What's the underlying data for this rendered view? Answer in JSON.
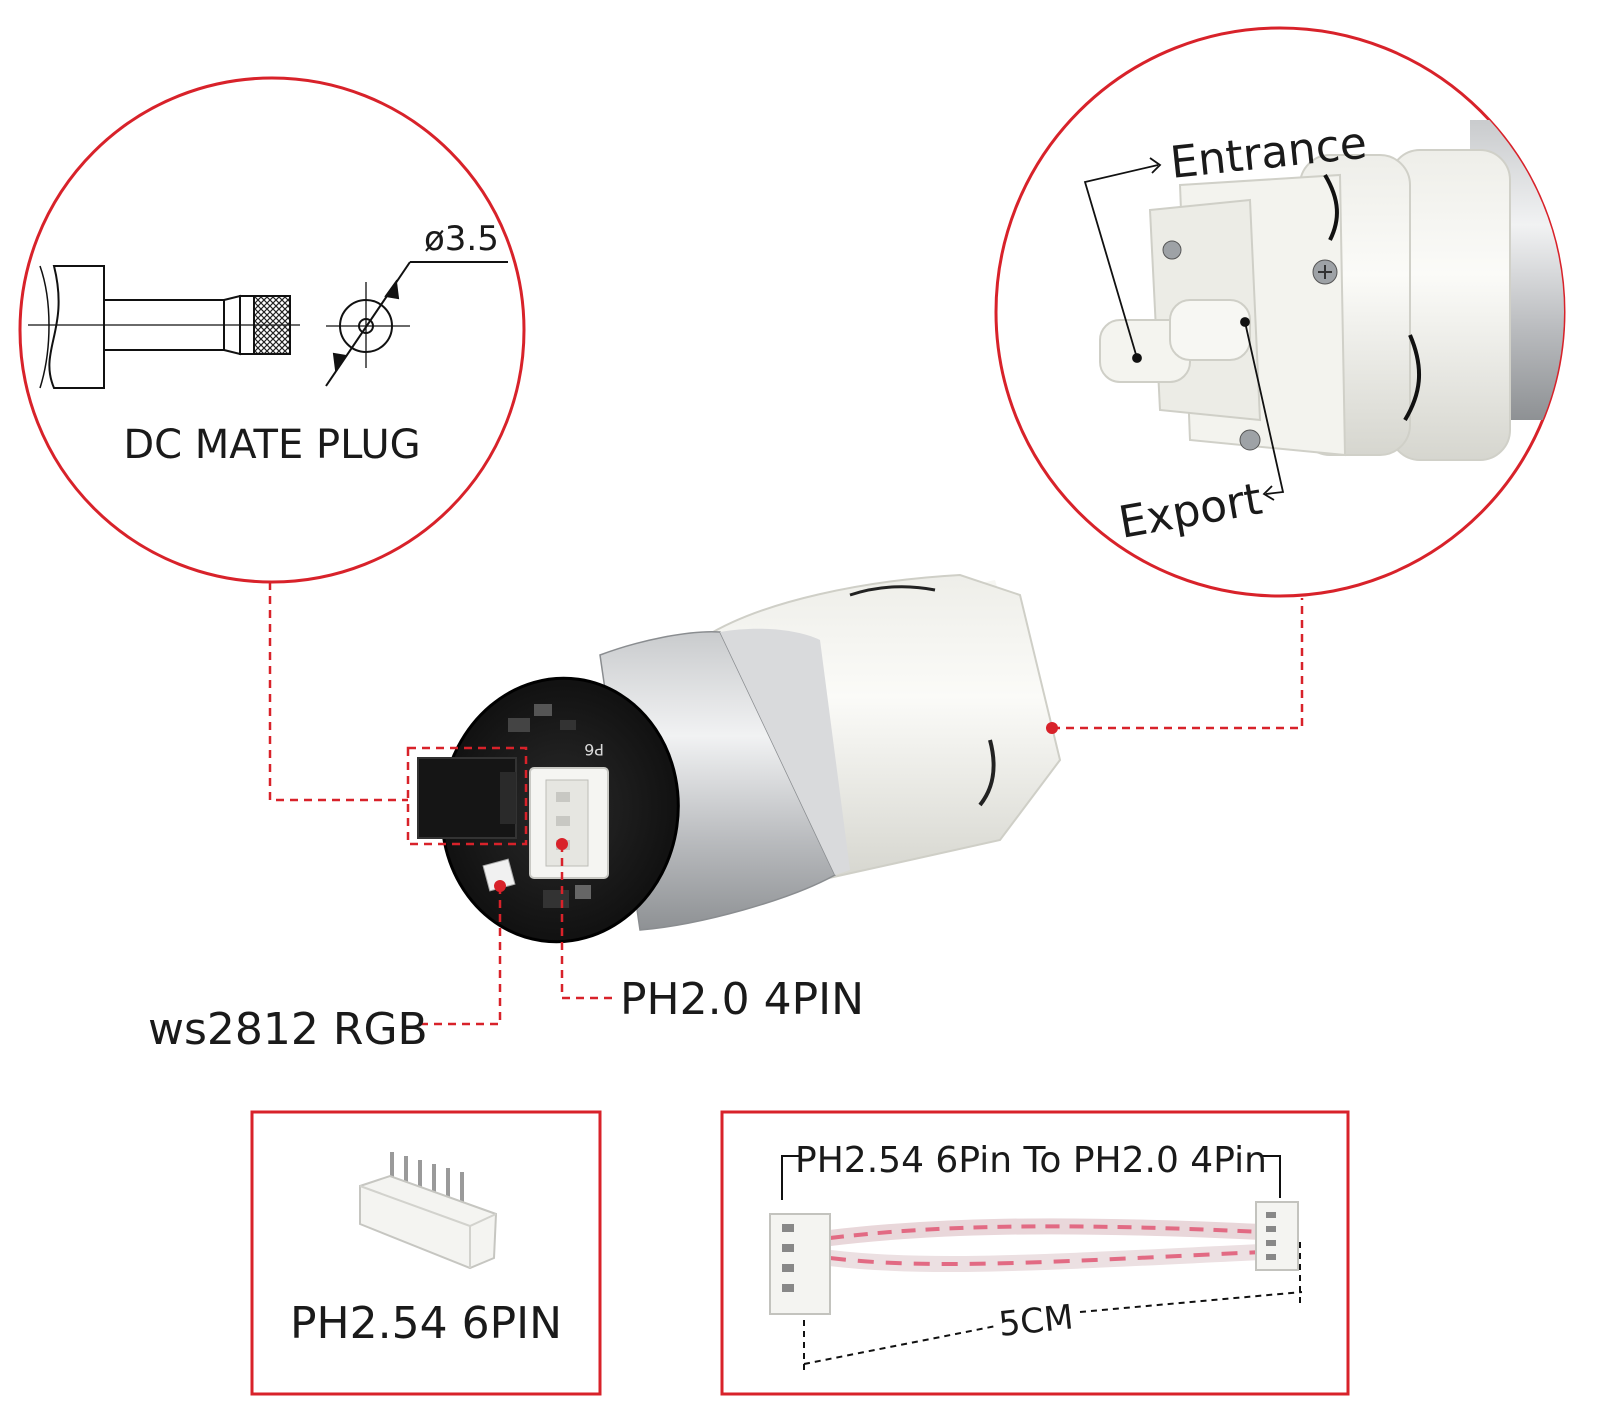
{
  "accent_color": "#d8222a",
  "callouts": {
    "dc_plug": {
      "title": "DC MATE PLUG",
      "diameter": "ø3.5"
    },
    "pump_ports": {
      "entrance": "Entrance",
      "export": "Export"
    },
    "rgb": {
      "label": "ws2812 RGB"
    },
    "ph20": {
      "label": "PH2.0 4PIN"
    }
  },
  "pcb": {
    "silk": "P6"
  },
  "boxes": {
    "connector": {
      "label": "PH2.54 6PIN"
    },
    "cable": {
      "title": "PH2.54 6Pin To PH2.0 4Pin",
      "length": "5CM"
    }
  }
}
